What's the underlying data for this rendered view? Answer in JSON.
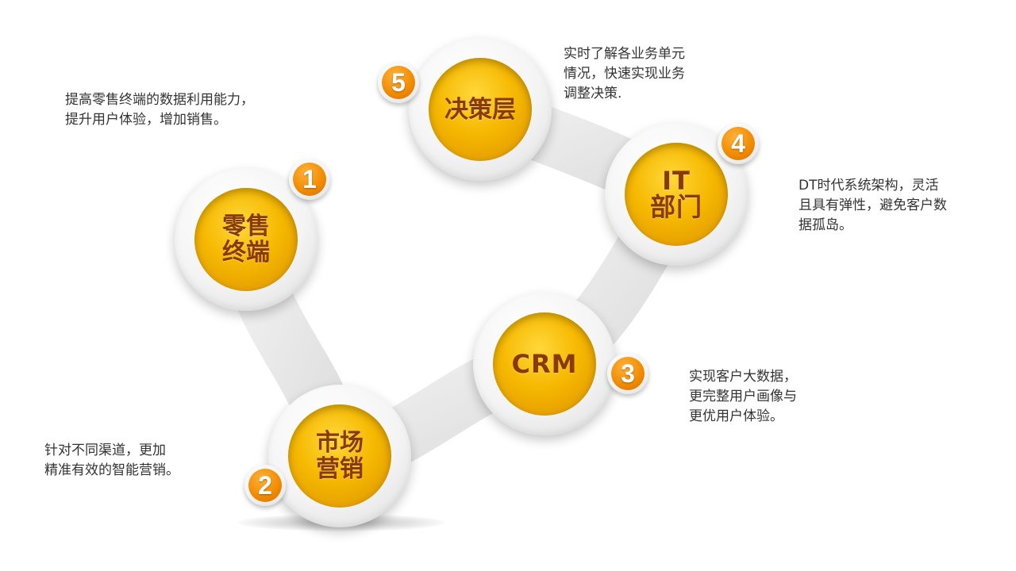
{
  "nodes": [
    {
      "number": "1",
      "label": "零售\n终端",
      "description": [
        "提高零售终端的数据利用能力，",
        "提升用户体验，增加销售。"
      ]
    },
    {
      "number": "2",
      "label": "市场\n营销",
      "description": [
        "针对不同渠道，更加",
        "精准有效的智能营销。"
      ]
    },
    {
      "number": "3",
      "label": "CRM",
      "description": [
        "实现客户大数据，",
        "更完整用户画像与",
        "更优用户体验。"
      ]
    },
    {
      "number": "4",
      "label": "IT\n部门",
      "description": [
        "DT时代系统架构，灵活",
        "且具有弹性，避免客户数",
        "据孤岛。"
      ]
    },
    {
      "number": "5",
      "label": "决策层",
      "description": [
        "实时了解各业务单元",
        "情况，快速实现业务",
        "调整决策."
      ]
    }
  ],
  "colors": {
    "core": "#f6b800",
    "core_text": "#8a3a06",
    "badge": "#f08a00",
    "connector": "#e4e4e4",
    "text": "#333333"
  }
}
